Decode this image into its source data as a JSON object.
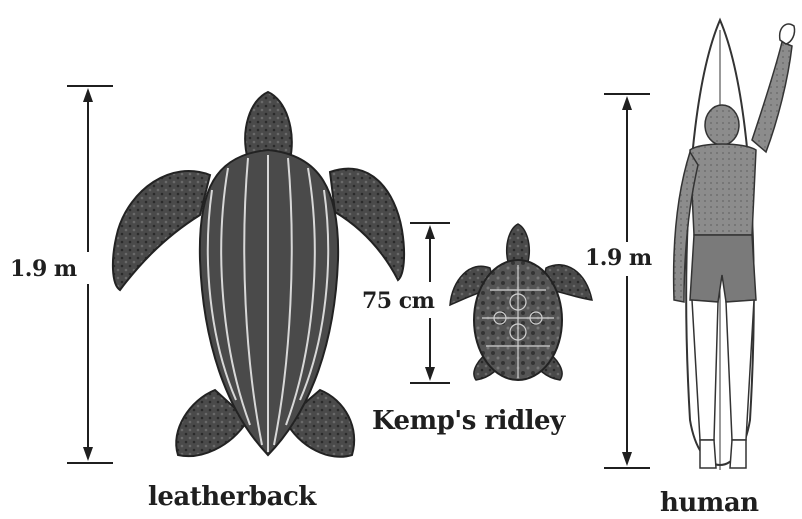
{
  "labels": {
    "leatherback_height": "1.9 m",
    "kemps_height": "75 cm",
    "human_height": "1.9 m",
    "leatherback_name": "leatherback",
    "kemps_name": "Kemp's ridley",
    "human_name": "human"
  },
  "colors": {
    "ink": "#1f1f1f",
    "shell_dark": "#3a3a3a",
    "shell_mid": "#5a5a5a",
    "ridge": "#d8d8d8"
  }
}
